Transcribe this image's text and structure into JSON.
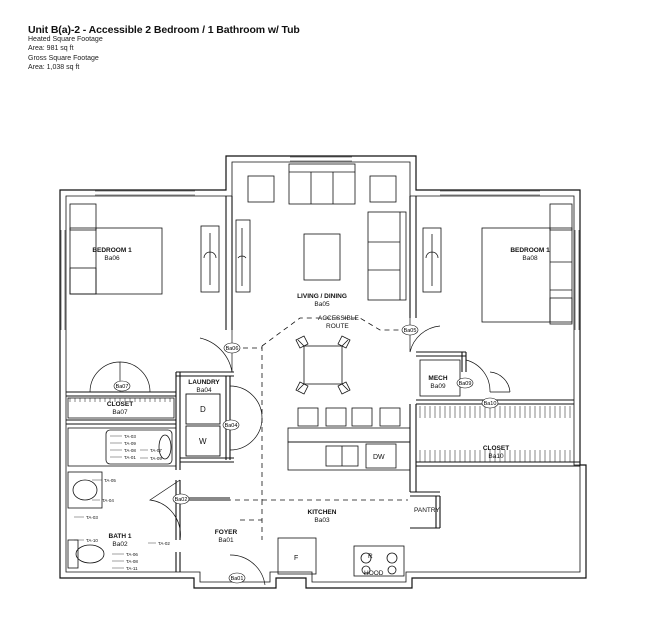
{
  "header": {
    "title": "Unit B(a)-2 - Accessible 2 Bedroom / 1 Bathroom w/ Tub",
    "heated_label": "Heated Square Footage",
    "heated_area": "Area: 981 sq ft",
    "gross_label": "Gross Square Footage",
    "gross_area": "Area: 1,038 sq ft"
  },
  "rooms": {
    "bedroom1": {
      "name": "BEDROOM 1",
      "code": "Ba06"
    },
    "bedroom2": {
      "name": "BEDROOM 1",
      "code": "Ba08"
    },
    "living": {
      "name": "LIVING / DINING",
      "code": "Ba05"
    },
    "closet1": {
      "name": "CLOSET",
      "code": "Ba07"
    },
    "laundry": {
      "name": "LAUNDRY",
      "code": "Ba04"
    },
    "mech": {
      "name": "MECH",
      "code": "Ba09"
    },
    "closet2": {
      "name": "CLOSET",
      "code": "Ba10"
    },
    "kitchen": {
      "name": "KITCHEN",
      "code": "Ba03"
    },
    "bath": {
      "name": "BATH 1",
      "code": "Ba02"
    },
    "foyer": {
      "name": "FOYER",
      "code": "Ba01"
    }
  },
  "labels": {
    "route_line1": "ACCESSIBLE",
    "route_line2": "ROUTE",
    "washer": "D",
    "dryer": "W",
    "dishwasher": "DW",
    "fridge": "F",
    "pantry": "PANTRY",
    "range_r": "R",
    "range_hood": "HOOD"
  },
  "door_tags": [
    "Ba07",
    "Ba06",
    "Ba05",
    "Ba09",
    "Ba10",
    "Ba04",
    "Ba02",
    "Ba01"
  ],
  "ta_tags": [
    "TA-03",
    "TA-09",
    "TA-08",
    "TA-01",
    "TA-07",
    "TA-09",
    "TA-05",
    "TA-04",
    "TA-03",
    "TA-10",
    "TA-02",
    "TA-06",
    "TA-08",
    "TA-11"
  ]
}
